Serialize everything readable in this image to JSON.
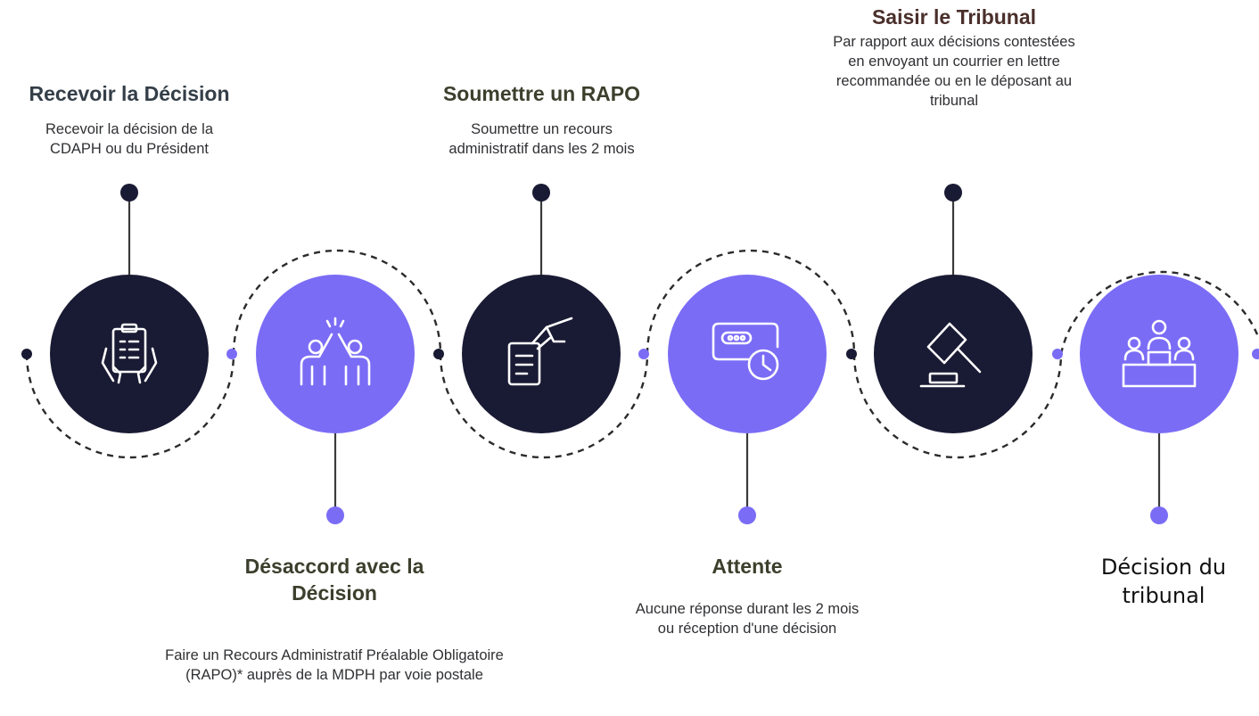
{
  "colors": {
    "dark": "#191a33",
    "accent": "#7b6cf6",
    "connector": "#3a3a3a",
    "dashed": "#2b2b2b",
    "icon_stroke": "#ffffff"
  },
  "steps": [
    {
      "title": "Recevoir la Décision",
      "text": "Recevoir la décision de la CDAPH ou du Président",
      "icon": "clipboard-hands-icon"
    },
    {
      "title": "Désaccord avec la Décision",
      "text": "Faire un Recours Administratif Préalable Obligatoire (RAPO)* auprès de la MDPH par voie postale",
      "icon": "high-five-icon"
    },
    {
      "title": "Soumettre un RAPO",
      "text": "Soumettre un recours administratif dans les 2 mois",
      "icon": "document-hand-icon"
    },
    {
      "title": "Attente",
      "text": "Aucune réponse durant les 2 mois ou réception d'une décision",
      "icon": "chat-clock-icon"
    },
    {
      "title": "Saisir le Tribunal",
      "text": "Par rapport aux décisions contestées en envoyant un courrier en lettre recommandée ou en le déposant au tribunal",
      "icon": "gavel-icon"
    },
    {
      "title": "Décision du tribunal",
      "text": "",
      "icon": "podium-people-icon"
    }
  ]
}
